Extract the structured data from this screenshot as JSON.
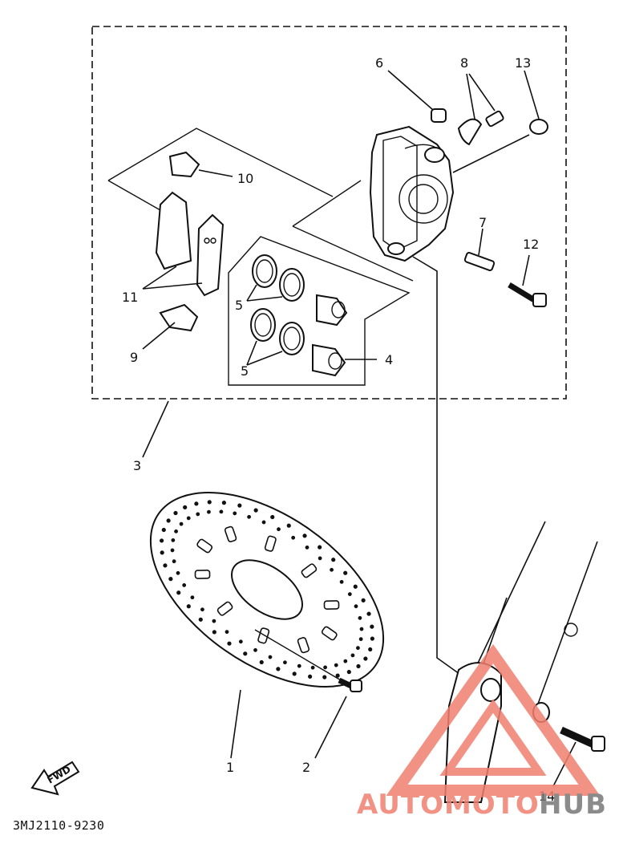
{
  "callouts": [
    {
      "key": "c1",
      "text": "1"
    },
    {
      "key": "c2",
      "text": "2"
    },
    {
      "key": "c3",
      "text": "3"
    },
    {
      "key": "c4",
      "text": "4"
    },
    {
      "key": "c5a",
      "text": "5"
    },
    {
      "key": "c5b",
      "text": "5"
    },
    {
      "key": "c6",
      "text": "6"
    },
    {
      "key": "c7",
      "text": "7"
    },
    {
      "key": "c8",
      "text": "8"
    },
    {
      "key": "c9",
      "text": "9"
    },
    {
      "key": "c10",
      "text": "10"
    },
    {
      "key": "c11",
      "text": "11"
    },
    {
      "key": "c12",
      "text": "12"
    },
    {
      "key": "c13",
      "text": "13"
    },
    {
      "key": "c14",
      "text": "14"
    }
  ],
  "diagram_code": "3MJ2110-9230",
  "direction_label": "FWD",
  "watermark": {
    "word_left": "AUTOMOTO",
    "word_right": "HUB",
    "color_accent": "#f08070",
    "color_dark": "#777777"
  }
}
